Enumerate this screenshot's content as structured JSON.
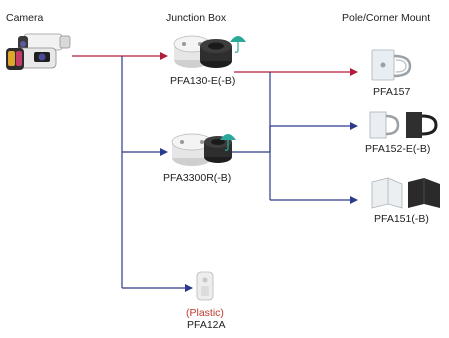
{
  "headers": {
    "camera": "Camera",
    "junction_box": "Junction Box",
    "mount": "Pole/Corner Mount"
  },
  "products": {
    "pfa130": "PFA130-E(-B)",
    "pfa3300r": "PFA3300R(-B)",
    "pfa157": "PFA157",
    "pfa152": "PFA152-E(-B)",
    "pfa151": "PFA151(-B)",
    "pfa12a_note": "(Plastic)",
    "pfa12a": "PFA12A"
  },
  "colors": {
    "red_wire": "#b01e3a",
    "blue_wire": "#2d3a8c",
    "note_red": "#c0392b",
    "umbrella": "#2ba89a"
  }
}
